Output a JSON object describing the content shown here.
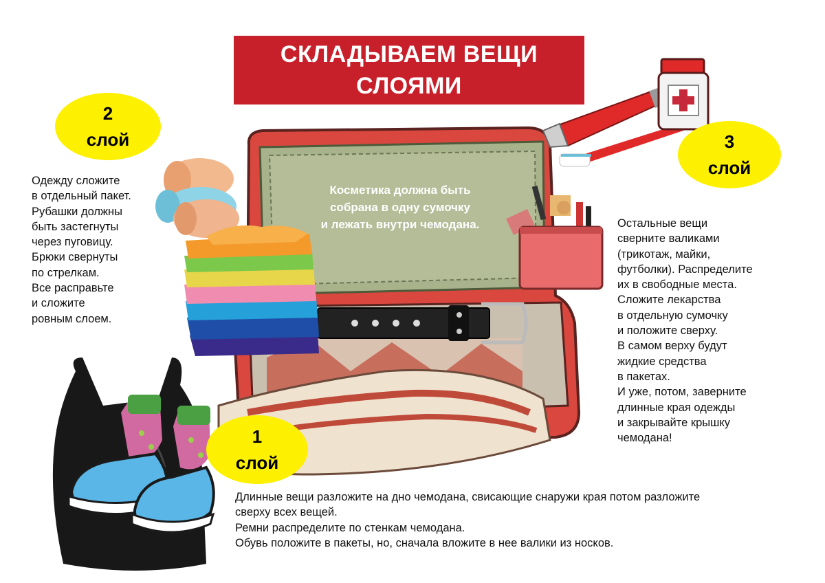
{
  "title": {
    "line1": "СКЛАДЫВАЕМ ВЕЩИ",
    "line2": "СЛОЯМИ"
  },
  "layers": {
    "layer2": {
      "number": "2",
      "word": "слой"
    },
    "layer3": {
      "number": "3",
      "word": "слой"
    },
    "layer1": {
      "number": "1",
      "word": "слой"
    }
  },
  "left_text": [
    "Одежду сложите",
    "в отдельный пакет.",
    "Рубашки должны",
    "быть застегнуты",
    "через пуговицу.",
    "Брюки свернуты",
    "по стрелкам.",
    "Все расправьте",
    "и сложите",
    "ровным слоем."
  ],
  "suitcase_note": [
    "Косметика должна быть",
    "собрана в одну сумочку",
    "и лежать внутри чемодана."
  ],
  "right_text": [
    "Остальные вещи",
    "сверните валиками",
    "(трикотаж, майки,",
    "футболки). Распределите",
    "их в свободные места.",
    "Сложите лекарства",
    "в отдельную сумочку",
    "и положите сверху.",
    "В самом верху будут",
    "жидкие средства",
    "в пакетах.",
    "И уже, потом, заверните",
    "длинные края одежды",
    "и закрывайте крышку",
    "чемодана!"
  ],
  "bottom_text": [
    "Длинные вещи разложите на дно чемодана, свисающие снаружи края потом разложите",
    "сверху всех вещей.",
    "Ремни распределите по стенкам чемодана.",
    "Обувь положите в пакеты, но, сначала вложите в нее валики из носков."
  ],
  "colors": {
    "banner": "#c8202a",
    "badge": "#fdf000",
    "suitcase": "#d9473e",
    "lid": "#a8b38c"
  },
  "icons": [
    "suitcase-illustration",
    "medicine-bottle-icon",
    "toothpaste-tube-icon",
    "toothbrush-icon",
    "cosmetics-bag-icon",
    "rolled-towels-icon",
    "folded-shirts-icon",
    "belt-icon",
    "plastic-bag-icon",
    "sneakers-icon",
    "socks-icon"
  ]
}
